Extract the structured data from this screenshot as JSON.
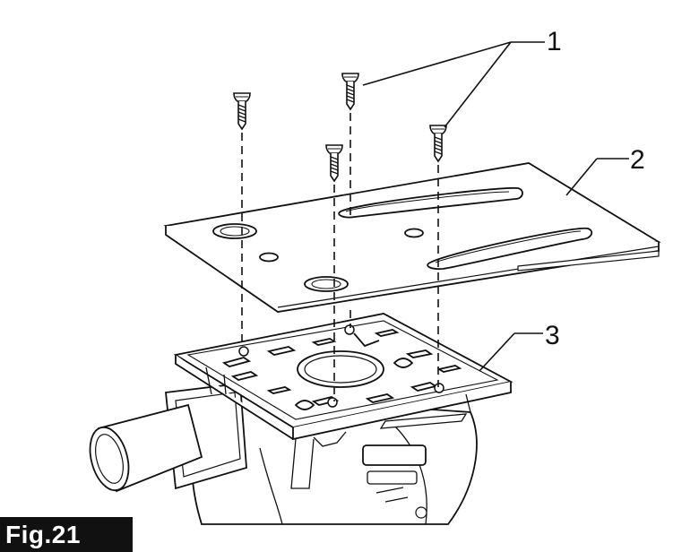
{
  "figure": {
    "label": "Fig.21",
    "callouts": [
      {
        "number": "1",
        "part": "screw"
      },
      {
        "number": "2",
        "part": "plate"
      },
      {
        "number": "3",
        "part": "base"
      }
    ]
  }
}
